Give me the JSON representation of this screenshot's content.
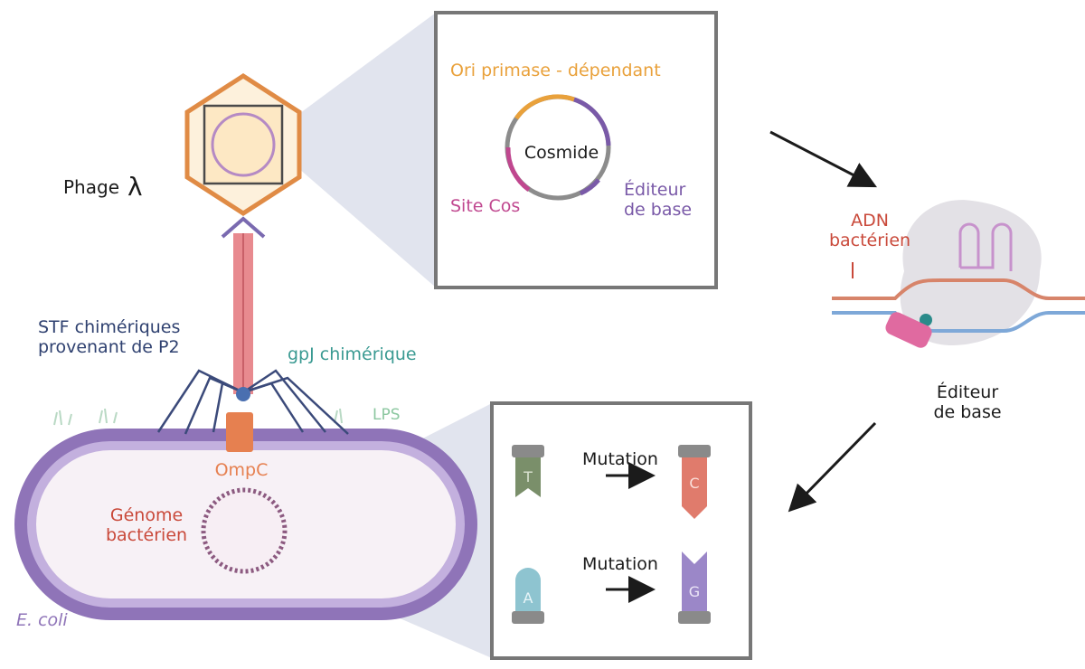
{
  "labels": {
    "phage": "Phage",
    "lambda": "λ",
    "cosmid_title": "Ori primase - dépendant",
    "cosmid_center": "Cosmide",
    "site_cos": "Site Cos",
    "editeur_line1": "Éditeur",
    "editeur_line2": "de base",
    "adn_line1": "ADN",
    "adn_line2": "bactérien",
    "editeur_right_line1": "Éditeur",
    "editeur_right_line2": "de base",
    "stf_line1": "STF chimériques",
    "stf_line2": "provenant de P2",
    "gpj": "gpJ chimérique",
    "lps": "LPS",
    "ompc": "OmpC",
    "genome_line1": "Génome",
    "genome_line2": "bactérien",
    "ecoli": "E. coli",
    "mutation_1": "Mutation",
    "mutation_2": "Mutation"
  },
  "bases": {
    "t": "T",
    "c": "C",
    "a": "A",
    "g": "G"
  },
  "colors": {
    "phage_capsid": "#e08b45",
    "tail": "#e88a8f",
    "cell_membrane": "#9b7fbf",
    "orange_text": "#e9a13b",
    "magenta_text": "#c0478f",
    "purple_text": "#7a5aa8",
    "teal_text": "#3a9a92",
    "navy_text": "#2f4170",
    "red_text": "#c9493a",
    "base_t": "#7a8f6a",
    "base_c": "#e07b6c",
    "base_a": "#8ec4d0",
    "base_g": "#9b87c8"
  }
}
